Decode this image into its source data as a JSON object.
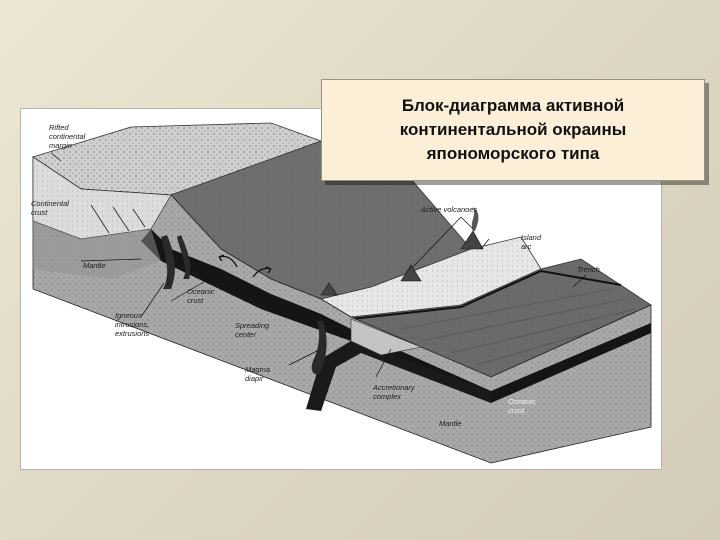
{
  "slide": {
    "title_lines": [
      "Блок-диаграмма активной",
      "континентальной окраины",
      "япономорского типа"
    ]
  },
  "diagram": {
    "labels": {
      "rifted_margin": "Rifted\ncontinental\nmargin",
      "continental_crust": "Continental\ncrust",
      "mantle_left": "Mantle",
      "oceanic_crust_left": "Oceanic\ncrust",
      "igneous": "Igneous\nintrusions,\nextrusions",
      "spreading_center": "Spreading\ncenter",
      "magma_diapir": "Magma\ndiapir",
      "active_volcanoes": "Active volcanoes",
      "island_arc": "Island\narc",
      "trench": "Trench",
      "accretionary_complex": "Accretionary\ncomplex",
      "oceanic_crust_right": "Oceanic\ncrust",
      "mantle_right": "Mantle"
    },
    "colors": {
      "sea_dark": "#6e6e6e",
      "land_light": "#e4e4e4",
      "crust_black": "#1a1a1a",
      "front_face": "#9a9a9a",
      "title_box_bg": "#fcefd7"
    }
  }
}
